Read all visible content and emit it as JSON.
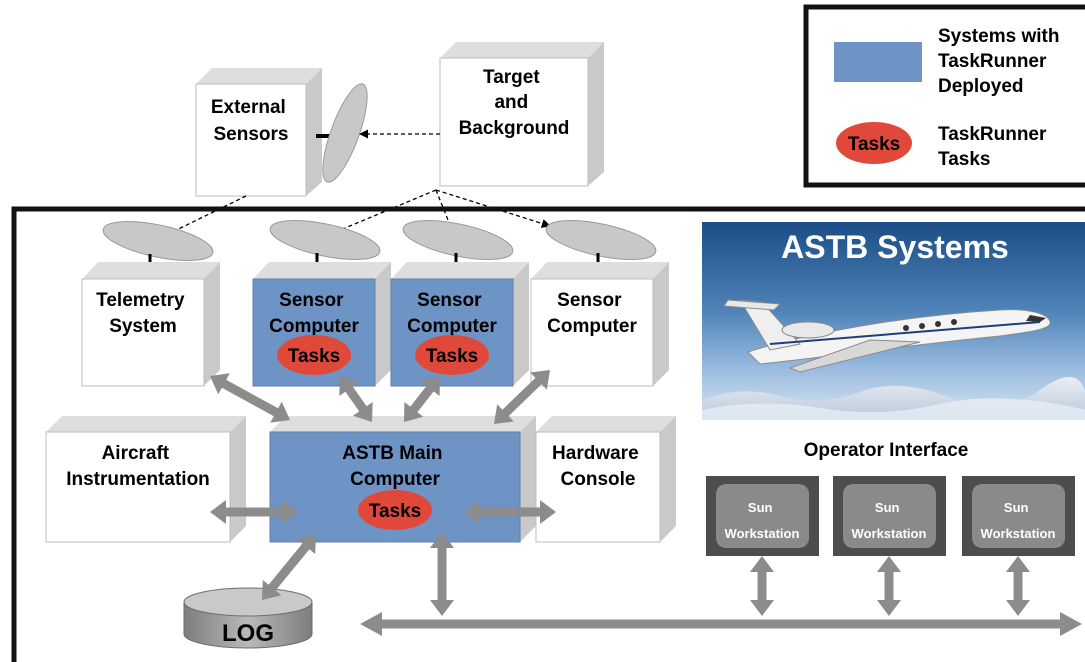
{
  "colors": {
    "deployed_blue": "#6d94c5",
    "task_red": "#e0493a",
    "box_face": "#ffffff",
    "box_side": "#c9c9c9",
    "box_top": "#dedede",
    "arrow_gray": "#8c8c8c",
    "dish_gray": "#c8c8c8",
    "workstation_dark": "#4d4d4d",
    "workstation_screen": "#8a8a8a",
    "border": "#111111"
  },
  "legend": {
    "deployed_label": [
      "Systems with",
      "TaskRunner",
      "Deployed"
    ],
    "tasks_oval_label": "Tasks",
    "tasks_label": [
      "TaskRunner",
      "Tasks"
    ]
  },
  "nodes": {
    "external_sensors": [
      "External",
      "Sensors"
    ],
    "target_background": [
      "Target",
      "and",
      "Background"
    ],
    "telemetry": [
      "Telemetry",
      "System"
    ],
    "sensor_computer_1": [
      "Sensor",
      "Computer"
    ],
    "sensor_computer_2": [
      "Sensor",
      "Computer"
    ],
    "sensor_computer_3": [
      "Sensor",
      "Computer"
    ],
    "aircraft_instrumentation": [
      "Aircraft",
      "Instrumentation"
    ],
    "main_computer": [
      "ASTB Main",
      "Computer"
    ],
    "hardware_console": [
      "Hardware",
      "Console"
    ],
    "log": "LOG"
  },
  "task_oval_text": "Tasks",
  "astb_photo": {
    "title": "ASTB Systems",
    "icon": "jet-aircraft-icon"
  },
  "operator_interface": {
    "title": "Operator Interface",
    "workstations": [
      [
        "Sun",
        "Workstation"
      ],
      [
        "Sun",
        "Workstation"
      ],
      [
        "Sun",
        "Workstation"
      ]
    ]
  }
}
